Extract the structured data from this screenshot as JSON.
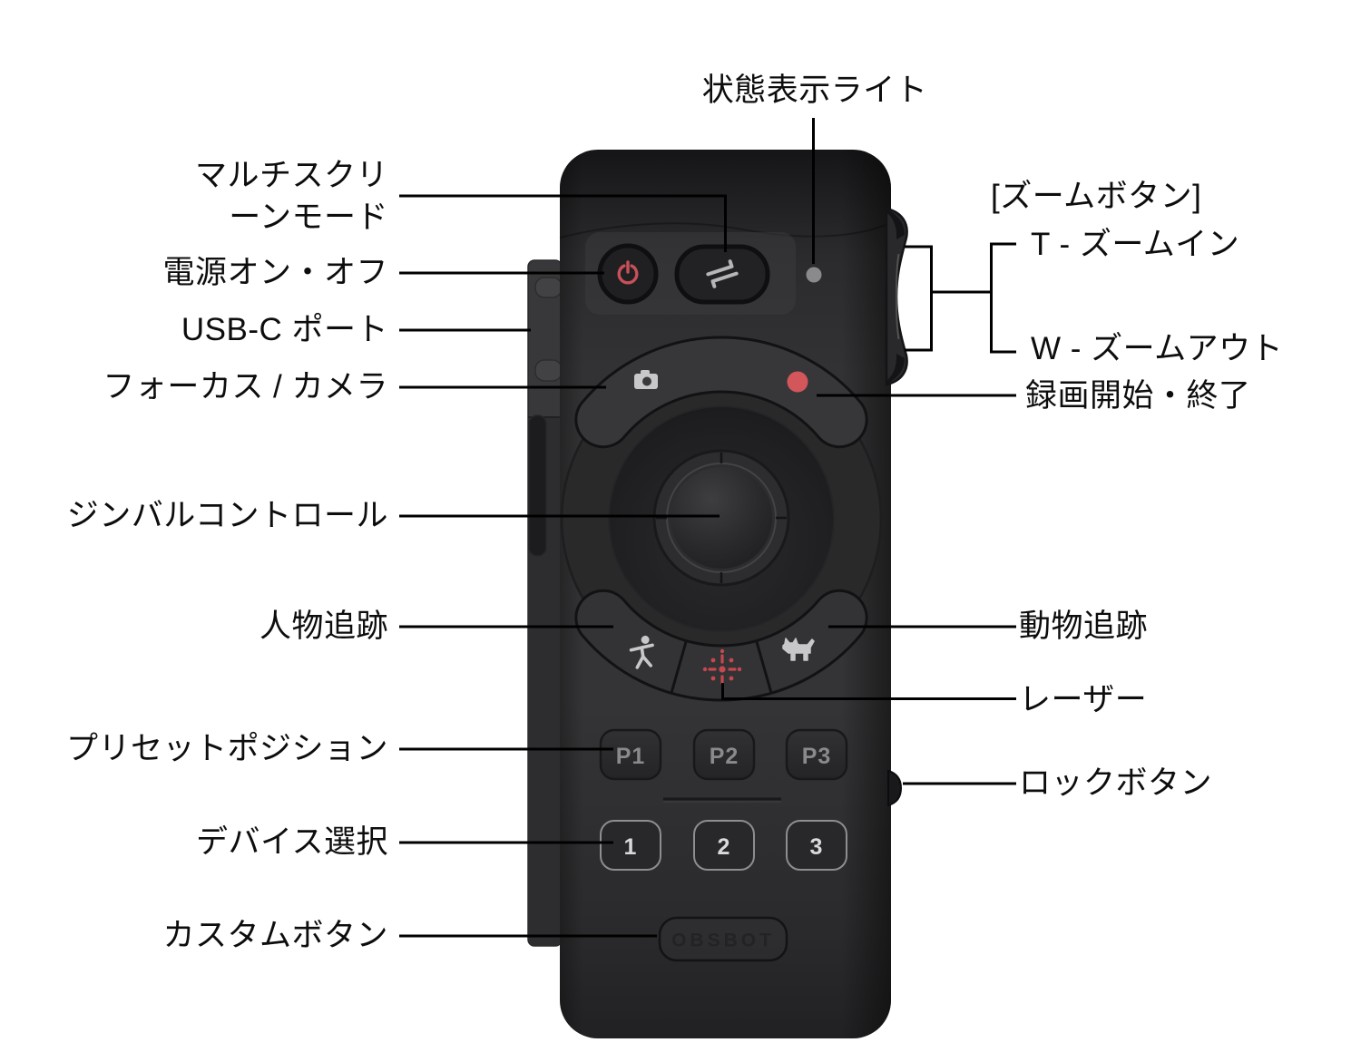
{
  "figure": {
    "kind": "labeled-product-diagram",
    "product_logo": "OBSBOT"
  },
  "callouts": {
    "status_light": "状態表示ライト",
    "multi_screen_mode_line1": "マルチスクリ",
    "multi_screen_mode_line2": "ーンモード",
    "power": "電源オン・オフ",
    "usb_c_port": "USB-C ポート",
    "focus_camera": "フォーカス / カメラ",
    "gimbal_control": "ジンバルコントロール",
    "human_tracking": "人物追跡",
    "preset_position": "プリセットポジション",
    "device_select": "デバイス選択",
    "custom_button": "カスタムボタン",
    "zoom_button_group": "[ズームボタン]",
    "zoom_in": "T - ズームイン",
    "zoom_out": "W - ズームアウト",
    "record_start_stop": "録画開始・終了",
    "animal_tracking": "動物追跡",
    "laser": "レーザー",
    "lock_button": "ロックボタン"
  },
  "remote": {
    "preset_buttons": [
      "P1",
      "P2",
      "P3"
    ],
    "device_buttons": [
      "1",
      "2",
      "3"
    ],
    "logo_text": "OBSBOT"
  },
  "colors": {
    "background": "#ffffff",
    "body": "#323234",
    "label_text": "#0d0d0d",
    "leader_line": "#000000",
    "power_icon_red": "#c85058",
    "record_dot_red": "#d2565a",
    "laser_icon_red": "#c4484e",
    "light_icon_gray": "#c8c8ca",
    "status_light_gray": "#8a8a8c"
  }
}
